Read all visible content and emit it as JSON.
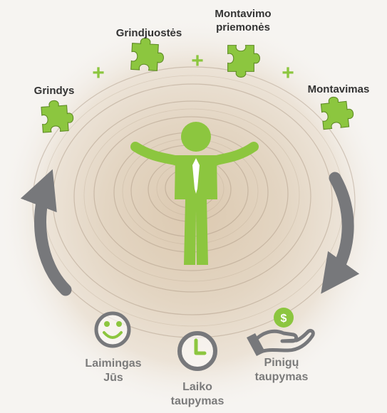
{
  "colors": {
    "accent": "#8cc63f",
    "arrow": "#77787b",
    "benefit": "#77787b",
    "wood_light": "#e7dccd",
    "wood_ring": "#a89580",
    "text_dark": "#333333"
  },
  "pieces": [
    {
      "label": "Grindys",
      "icon": "puzzle-piece-icon"
    },
    {
      "label": "Grindjuostės",
      "icon": "puzzle-piece-icon"
    },
    {
      "label_lines": [
        "Montavimo",
        "priemonės"
      ],
      "icon": "puzzle-piece-icon"
    },
    {
      "label": "Montavimas",
      "icon": "puzzle-piece-icon"
    }
  ],
  "plus_sign": "+",
  "center_icon": "person-with-tie-icon",
  "cycle_arrows": [
    "curved-arrow-down-icon",
    "curved-arrow-up-icon"
  ],
  "benefits": [
    {
      "label_lines": [
        "Laimingas",
        "Jūs"
      ],
      "icon": "smiley-face-icon"
    },
    {
      "label_lines": [
        "Laiko",
        "taupymas"
      ],
      "icon": "clock-icon"
    },
    {
      "label_lines": [
        "Pinigų",
        "taupymas"
      ],
      "icon": "money-hand-icon"
    }
  ],
  "money_symbol": "$"
}
